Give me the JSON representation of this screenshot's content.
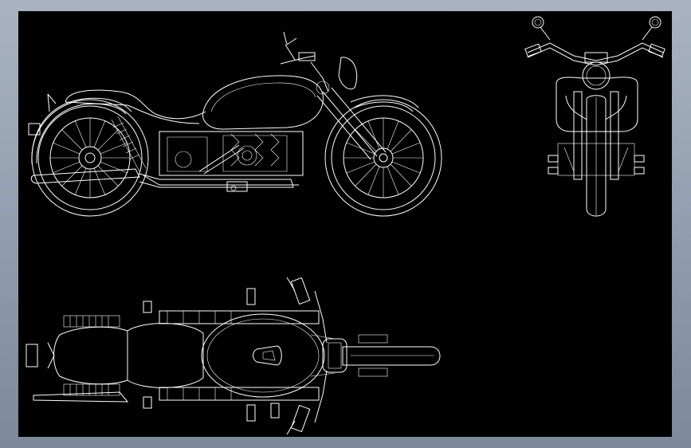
{
  "background": {
    "frame_color": "#8e9aac",
    "canvas_color": "#000000",
    "line_color": "#ffffff"
  },
  "views": [
    {
      "id": "side",
      "subject": "motorcycle"
    },
    {
      "id": "front",
      "subject": "motorcycle"
    },
    {
      "id": "top",
      "subject": "motorcycle"
    }
  ]
}
